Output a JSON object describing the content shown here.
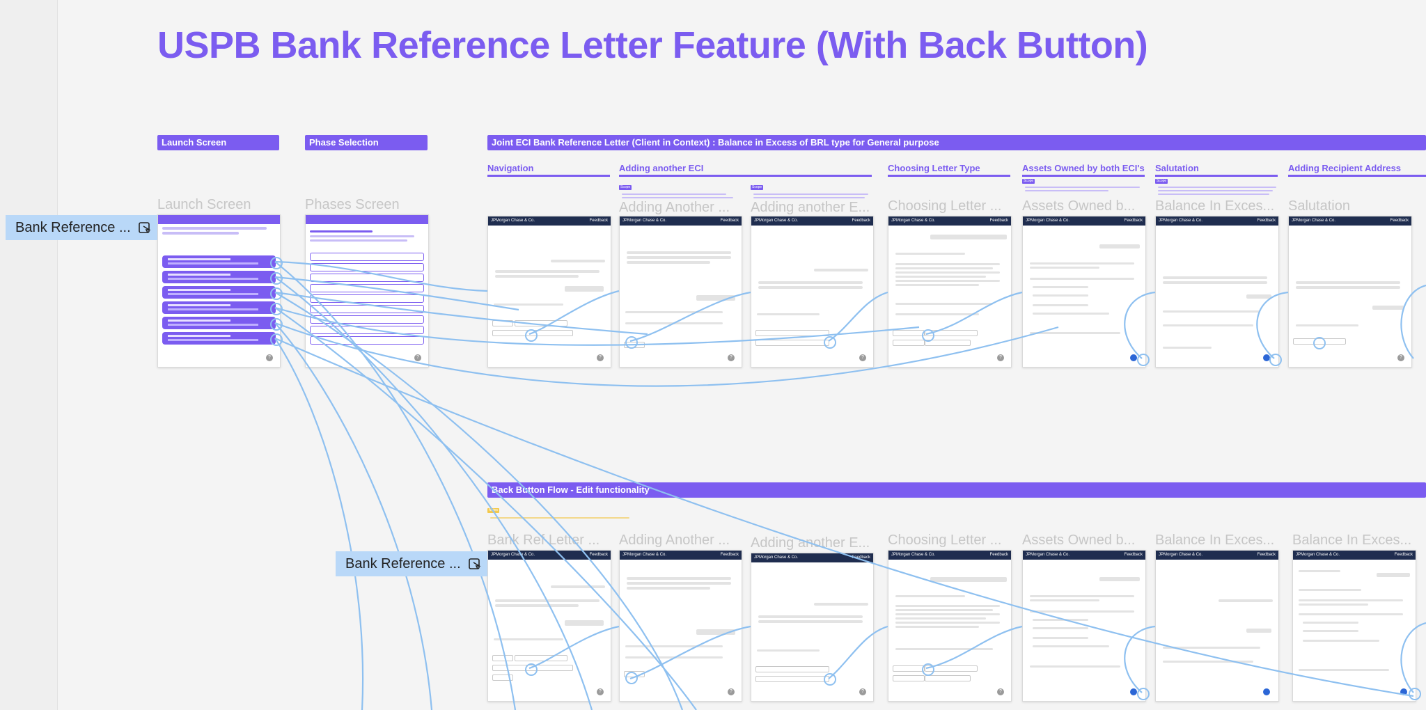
{
  "title": "USPB Bank Reference Letter Feature (With Back Button)",
  "sections": {
    "launch": "Launch Screen",
    "phase": "Phase Selection",
    "joint": "Joint ECI Bank Reference Letter  (Client in Context) : Balance in Excess of BRL type for General purpose",
    "back": "Back Button Flow - Edit functionality"
  },
  "steps": {
    "navigation": "Navigation",
    "adding": "Adding another ECI",
    "choosing": "Choosing Letter Type",
    "assets": "Assets Owned by both ECI's",
    "salutation": "Salutation",
    "recipient": "Adding Recipient Address"
  },
  "frame_labels_top": {
    "launch": "Launch Screen",
    "phases": "Phases Screen",
    "adding1": "Adding Another ...",
    "adding2": "Adding another E...",
    "choosing": "Choosing Letter ...",
    "assets": "Assets Owned b...",
    "balance": "Balance In Exces...",
    "salutation": "Salutation"
  },
  "frame_labels_bottom": {
    "bank": "Bank Ref Letter ...",
    "adding1": "Adding Another ...",
    "adding2": "Adding another E...",
    "choosing": "Choosing Letter ...",
    "assets": "Assets Owned b...",
    "balance1": "Balance In Exces...",
    "balance2": "Balance In Exces..."
  },
  "prototype_buttons": {
    "top": "Bank Reference ...",
    "bottom": "Bank Reference ..."
  },
  "frame_header": {
    "brand": "JPMorgan Chase & Co.",
    "feedback": "Feedback"
  },
  "tags": {
    "scope": "Scope",
    "notes": "Notes"
  },
  "icons": {
    "prototype": "play-frame-icon",
    "help": "help-icon",
    "send": "send-icon"
  },
  "colors": {
    "accent": "#7b5cf0",
    "connector": "#8ec0f0",
    "prototype_bg": "#b9d8f8",
    "header": "#1f2d4f"
  }
}
